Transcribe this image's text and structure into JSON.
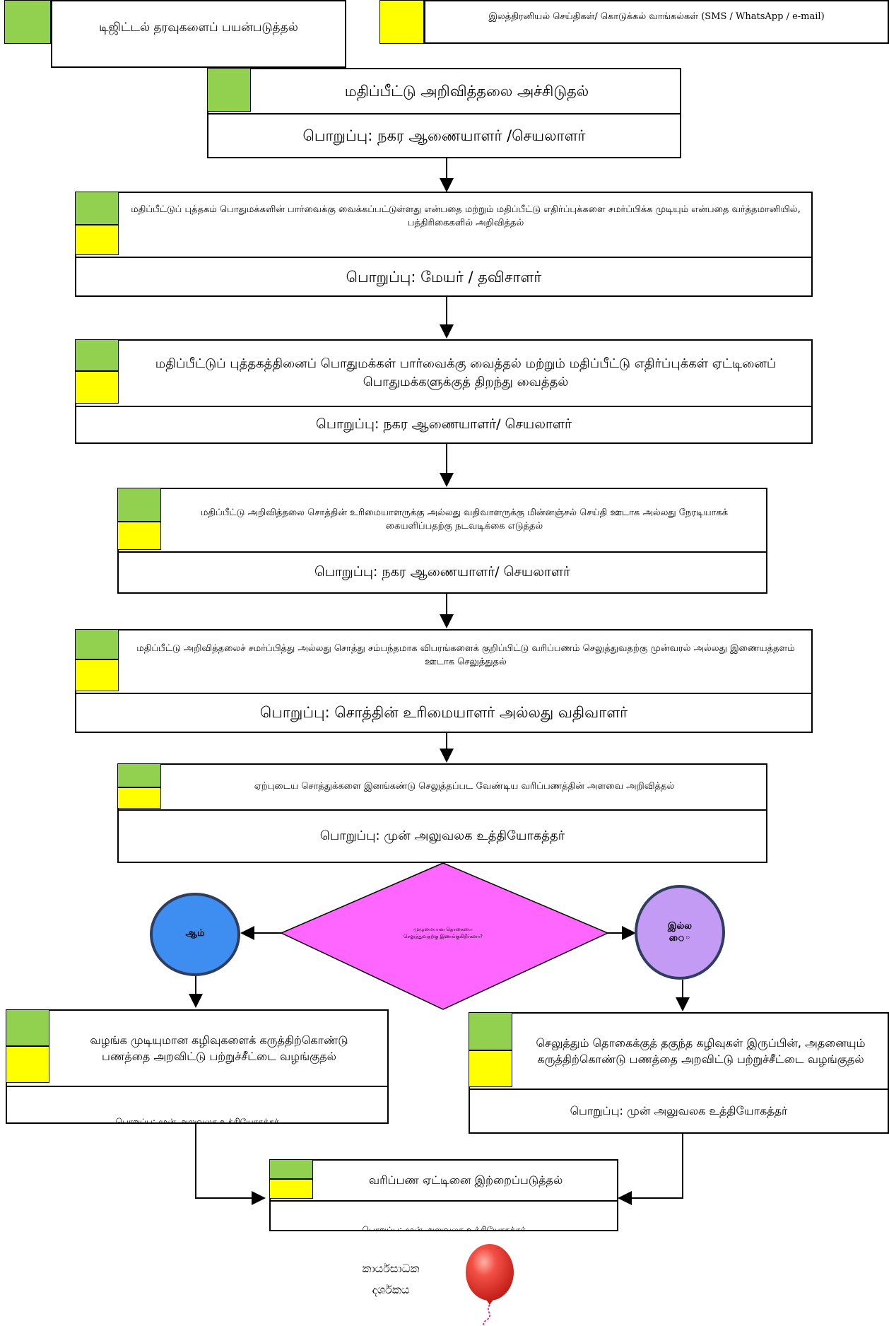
{
  "top": {
    "digital_data": "டிஜிட்டல் தரவுகளைப் பயன்படுத்தல்",
    "electronic_messages": "இலத்திரனியல் செய்திகள்/ கொடுக்கல் வாங்கல்கள் (SMS / WhatsApp / e-mail)"
  },
  "steps": [
    {
      "text": "மதிப்பீட்டு அறிவித்தலை அச்சிடுதல்",
      "responsibility": "பொறுப்பு: நகர ஆணையாளர் /செயலாளர்"
    },
    {
      "text": "மதிப்பீட்டுப் புத்தகம் பொதுமக்களின் பார்வைக்கு வைக்கப்பட்டுள்ளது என்பதை மற்றும் மதிப்பீட்டு எதிர்ப்புக்களை சமர்ப்பிக்க முடியும் என்பதை வர்த்தமானியில், பத்திரிகைகளில் அறிவித்தல்",
      "responsibility": "பொறுப்பு: மேயர் / தவிசாளர்"
    },
    {
      "text": "மதிப்பீட்டுப் புத்தகத்தினைப் பொதுமக்கள் பார்வைக்கு வைத்தல் மற்றும் மதிப்பீட்டு எதிர்ப்புக்கள் ஏட்டினைப் பொதுமக்களுக்குத் திறந்து வைத்தல்",
      "responsibility": "பொறுப்பு: நகர ஆணையாளர்/ செயலாளர்"
    },
    {
      "text": "மதிப்பீட்டு அறிவித்தலை சொத்தின் உரிமையாளருக்கு அல்லது வதிவாளருக்கு மின்னஞ்சல் செய்தி ஊடாக அல்லது நேரடியாகக் கையளிப்பதற்கு நடவடிக்கை எடுத்தல்",
      "responsibility": "பொறுப்பு: நகர ஆணையாளர்/ செயலாளர்"
    },
    {
      "text": "மதிப்பீட்டு அறிவித்தலைச் சமர்ப்பித்து அல்லது சொத்து சம்பந்தமாக விபரங்களைக் குறிப்பிட்டு வரிப்பணம் செலுத்துவதற்கு முன்வரல் அல்லது இணையத்தளம் ஊடாக செலுத்துதல்",
      "responsibility": "பொறுப்பு: சொத்தின் உரிமையாளர் அல்லது வதிவாளர்"
    },
    {
      "text": "ஏற்புடைய சொத்துக்களை இனங்கண்டு செலுத்தப்பட வேண்டிய வரிப்பணத்தின் அளவை அறிவித்தல்",
      "responsibility": "பொறுப்பு: முன் அலுவலக உத்தியோகத்தர்"
    }
  ],
  "decision": {
    "question_line1": "முழுமையான தொகையை",
    "question_line2": "செலுத்துவதற்கு இணங்குகிறீர்களா?",
    "yes": "ஆம்",
    "no_line1": "இல்ல",
    "no_line2": "ை◦"
  },
  "yes_branch": {
    "text": "வழங்க முடியுமான கழிவுகளைக் கருத்திற்கொண்டு பணத்தை அறவிட்டு பற்றுச்சீட்டை வழங்குதல்",
    "responsibility": "பொறுப்பு: முன் அலுவலக உத்தியோகத்தர்"
  },
  "no_branch": {
    "text": "செலுத்தும் தொகைக்குத் தகுந்த கழிவுகள் இருப்பின், அதனையும் கருத்திற்கொண்டு பணத்தை அறவிட்டு பற்றுச்சீட்டை வழங்குதல்",
    "responsibility": "பொறுப்பு: முன் அலுவலக உத்தியோகத்தர்"
  },
  "final": {
    "text": "வரிப்பண ஏட்டினை இற்றைப்படுத்தல்",
    "responsibility": "பொறுப்பு: முன் அலுவலக உத்தியோகத்தர்"
  },
  "logo": {
    "line1": "කාර්යසාධක",
    "line2": "දර්ශකය"
  },
  "colors": {
    "green": "#92d050",
    "yellow": "#ffff00",
    "yes_circle": "#3d8ef0",
    "no_circle": "#c39bf5",
    "diamond": "#ff66ff"
  }
}
